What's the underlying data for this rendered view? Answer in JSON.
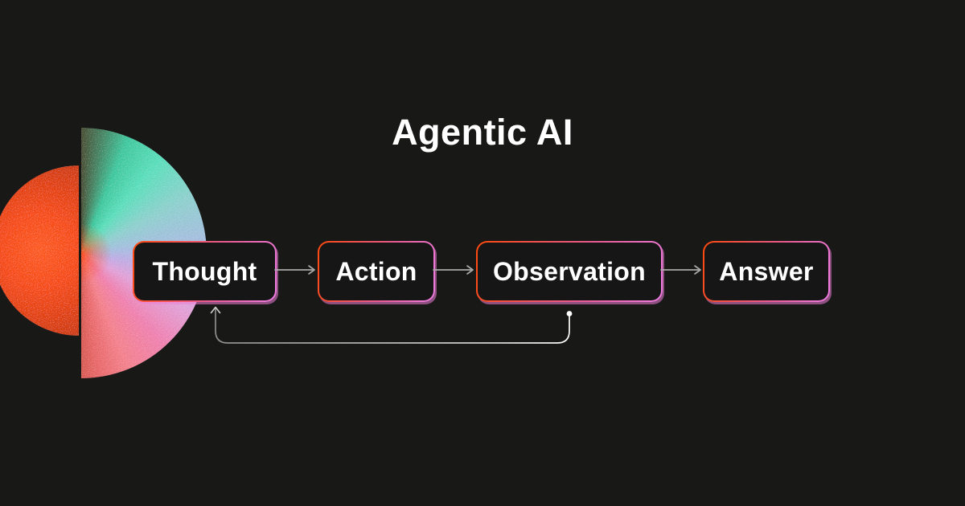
{
  "page": {
    "title": "Agentic AI",
    "background_color": "#181817"
  },
  "diagram": {
    "nodes": [
      {
        "label": "Thought"
      },
      {
        "label": "Action"
      },
      {
        "label": "Observation"
      },
      {
        "label": "Answer"
      }
    ],
    "connections": [
      {
        "from": "Thought",
        "to": "Action",
        "type": "arrow"
      },
      {
        "from": "Action",
        "to": "Observation",
        "type": "arrow"
      },
      {
        "from": "Observation",
        "to": "Answer",
        "type": "arrow"
      },
      {
        "from": "Observation",
        "to": "Thought",
        "type": "feedback-loop"
      }
    ],
    "node_style": {
      "fill": "#161616",
      "text_color": "#ffffff",
      "border_gradient": [
        "#ff4a0d",
        "#ea5b92",
        "#ef7ee4"
      ],
      "shadow_color": "#ee7fd8"
    },
    "arrow_color": "#a9a9a9",
    "loop_gradient": [
      "#8d8d8d",
      "#ffffff"
    ]
  },
  "decor": {
    "left_semicircle": {
      "shape": "half-circle bulging left, flat edge right",
      "colors": [
        "#ff5c20",
        "#cb3a0f"
      ]
    },
    "right_semicircle": {
      "shape": "half-circle bulging right, flat edge left",
      "colors": [
        "#4a4f33",
        "#5ce0bd",
        "#a9bfe2",
        "#e3a4da",
        "#f183b2",
        "#f5838f",
        "#ea6a6b"
      ],
      "center_glow": "#ff480c",
      "texture": "grain-noise"
    }
  }
}
